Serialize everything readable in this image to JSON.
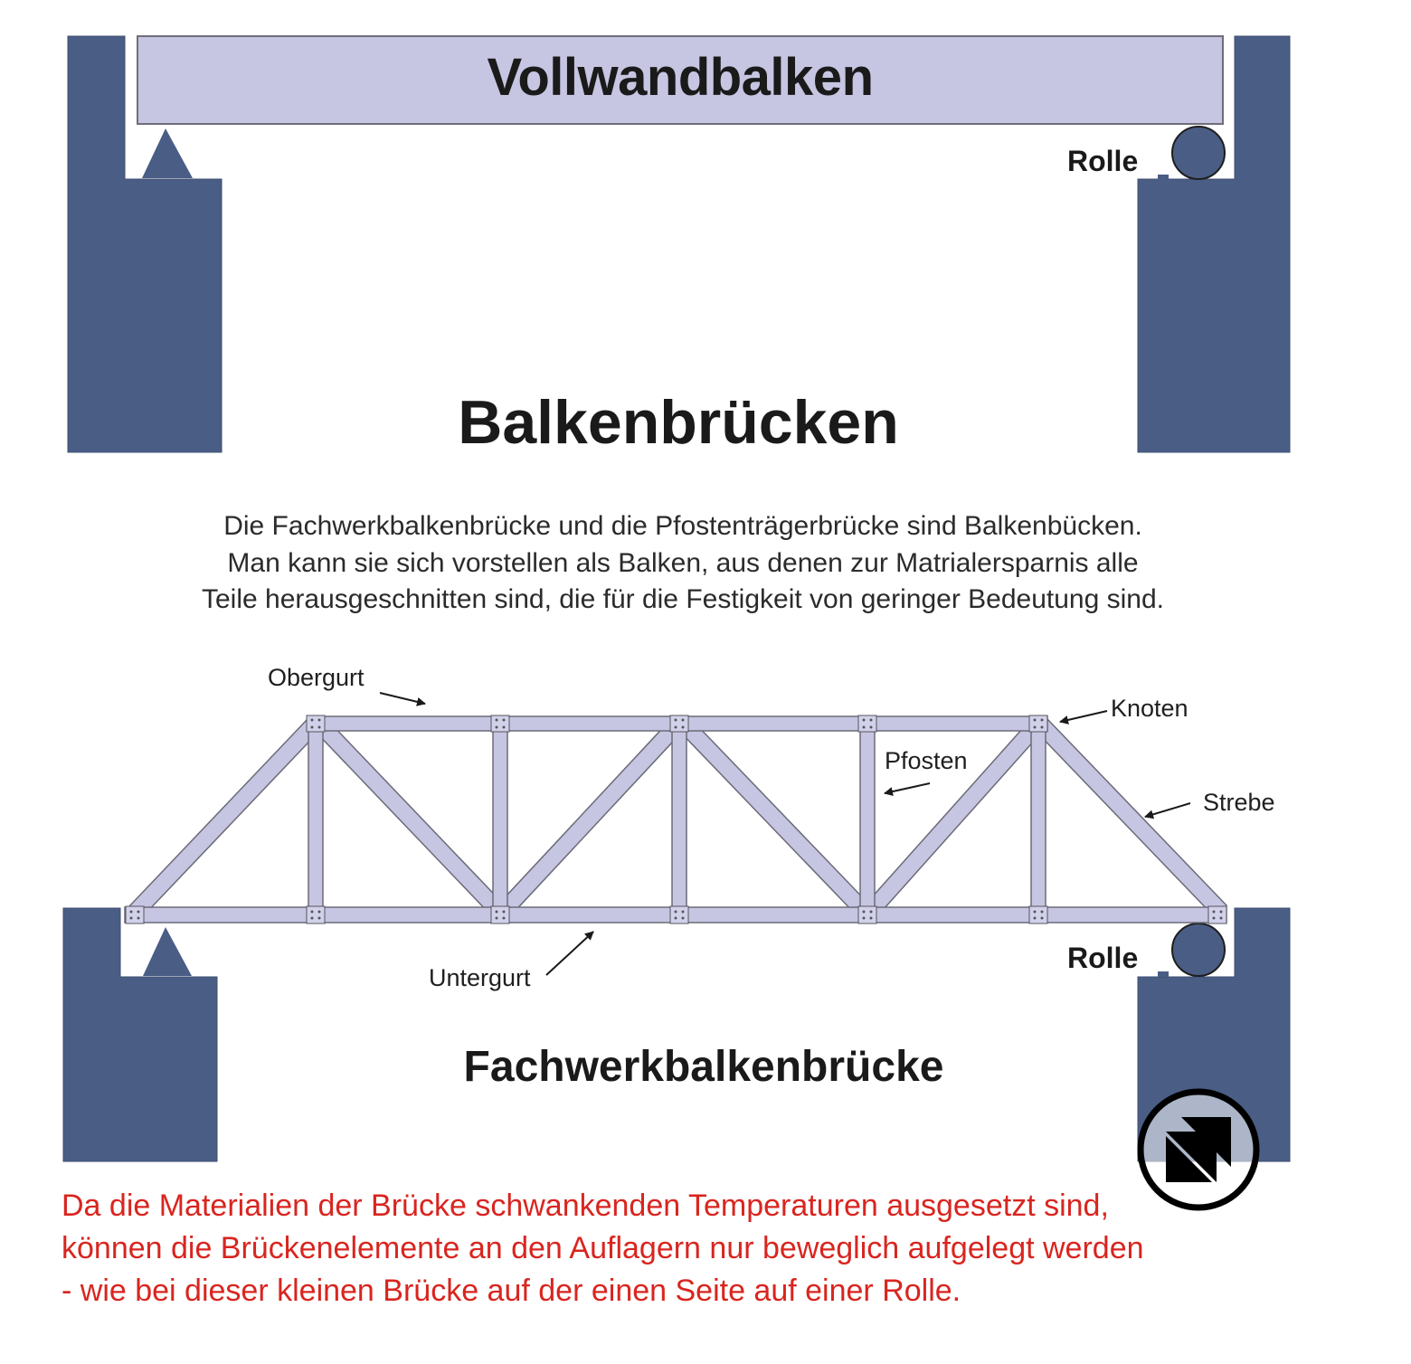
{
  "top_diagram": {
    "beam_label": "Vollwandbalken",
    "roller_label": "Rolle",
    "title": "Balkenbrücken"
  },
  "description": {
    "lines": [
      "Die Fachwerkbalkenbrücke und die Pfostenträgerbrücke sind Balkenbücken.",
      "Man kann sie sich vorstellen als Balken, aus denen zur Matrialersparnis alle",
      "Teile herausgeschnitten sind, die für die Festigkeit von geringer Bedeutung sind."
    ]
  },
  "truss_diagram": {
    "labels": {
      "obergurt": "Obergurt",
      "knoten": "Knoten",
      "pfosten": "Pfosten",
      "strebe": "Strebe",
      "untergurt": "Untergurt"
    },
    "roller_label": "Rolle",
    "title": "Fachwerkbalkenbrücke"
  },
  "note": {
    "lines": [
      "Da die Materialien der Brücke schwankenden Temperaturen ausgesetzt sind,",
      "können die Brückenelemente an den Auflagern nur beweglich aufgelegt werden",
      "- wie bei dieser kleinen Brücke auf der einen Seite auf einer Rolle."
    ]
  },
  "colors": {
    "abutment": "#4a5d85",
    "beam": "#c6c5e2",
    "note_text": "#d9251f"
  },
  "icons": [
    "pin-support-icon",
    "roller-icon",
    "arrow-icon",
    "publisher-logo-icon"
  ]
}
